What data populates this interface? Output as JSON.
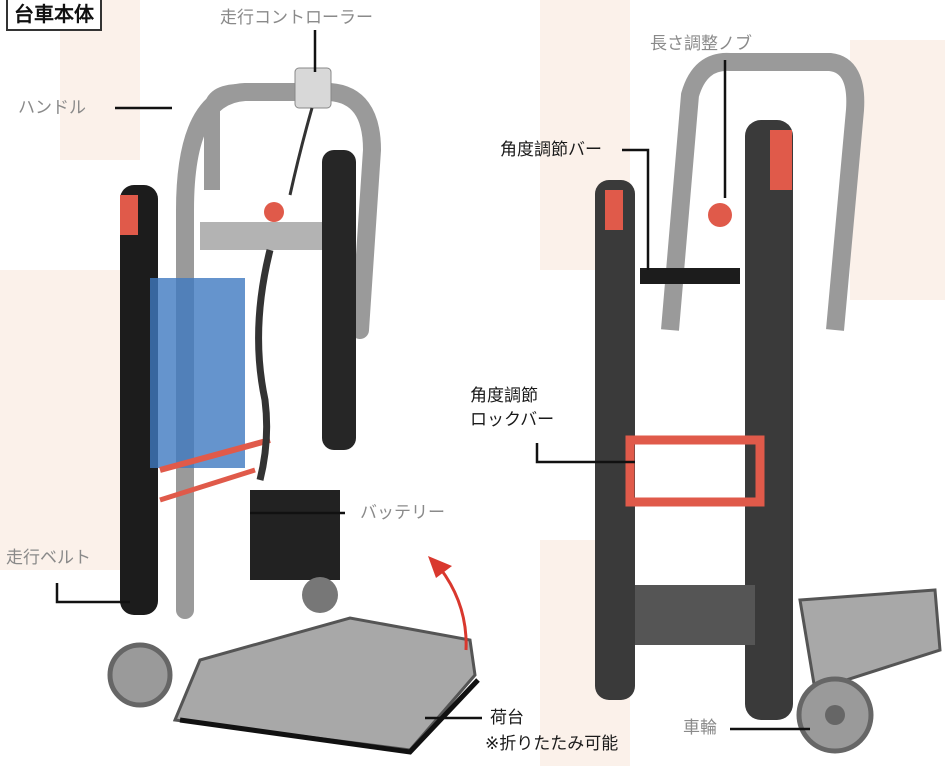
{
  "title": "台車本体",
  "labels": {
    "controller": "走行コントローラー",
    "handle": "ハンドル",
    "length_knob": "長さ調整ノブ",
    "angle_bar": "角度調節バー",
    "angle_lock_line1": "角度調節",
    "angle_lock_line2": "ロックバー",
    "battery": "バッテリー",
    "belt": "走行ベルト",
    "platform": "荷台",
    "foldable": "※折りたたみ可能",
    "wheel": "車輪"
  },
  "colors": {
    "frame": "#9a9a9a",
    "frame_dark": "#6f6f6f",
    "belt": "#1c1c1c",
    "accent_red": "#e05a4a",
    "seat_blue": "#3f79c0",
    "arrow_red": "#d9382e",
    "background_tint": "#fbf1ea"
  }
}
